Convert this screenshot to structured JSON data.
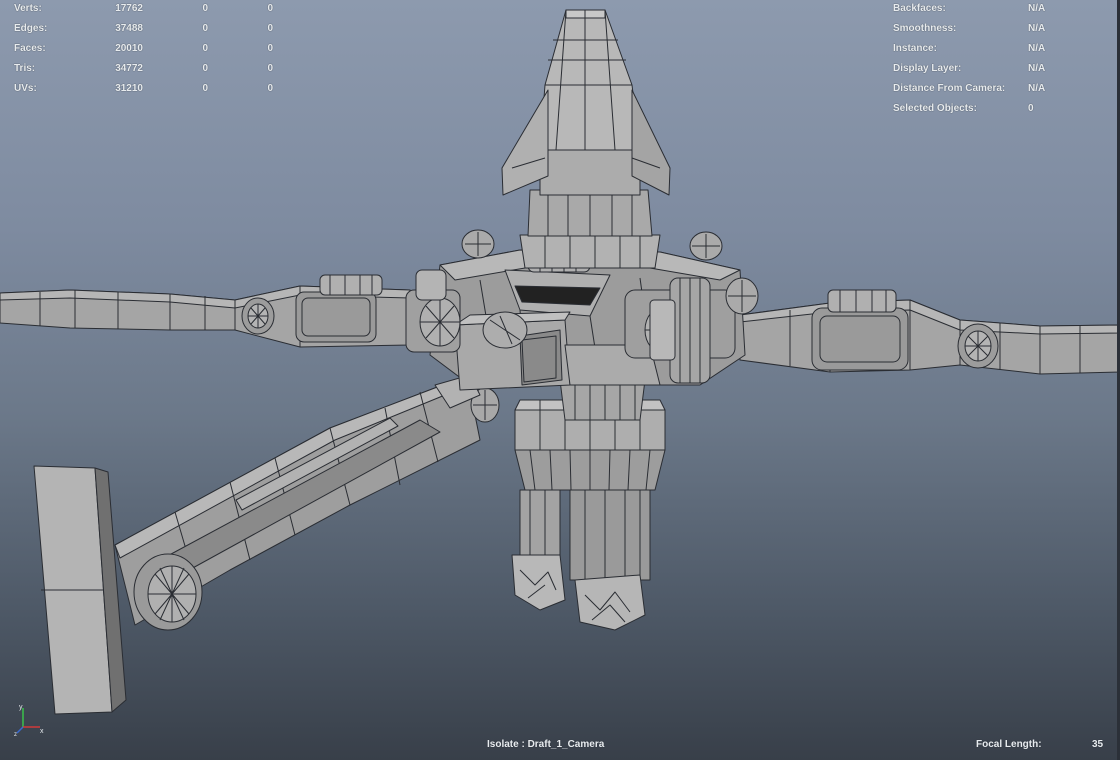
{
  "stats_left": [
    {
      "label": "Verts:",
      "v1": "17762",
      "v2": "0",
      "v3": "0"
    },
    {
      "label": "Edges:",
      "v1": "37488",
      "v2": "0",
      "v3": "0"
    },
    {
      "label": "Faces:",
      "v1": "20010",
      "v2": "0",
      "v3": "0"
    },
    {
      "label": "Tris:",
      "v1": "34772",
      "v2": "0",
      "v3": "0"
    },
    {
      "label": "UVs:",
      "v1": "31210",
      "v2": "0",
      "v3": "0"
    }
  ],
  "stats_right": [
    {
      "label": "Backfaces:",
      "value": "N/A"
    },
    {
      "label": "Smoothness:",
      "value": "N/A"
    },
    {
      "label": "Instance:",
      "value": "N/A"
    },
    {
      "label": "Display Layer:",
      "value": "N/A"
    },
    {
      "label": "Distance From Camera:",
      "value": "N/A"
    },
    {
      "label": "Selected Objects:",
      "value": "0"
    }
  ],
  "bottom": {
    "isolate": "Isolate : Draft_1_Camera",
    "focal_label": "Focal Length:",
    "focal_value": "35"
  },
  "axis": {
    "x": "x",
    "y": "y",
    "z": "z"
  },
  "colors": {
    "mesh_fill": "#a3a3a3",
    "mesh_shade": "#7e7e7e",
    "mesh_dark": "#555555",
    "wire": "#2a2d33",
    "hud_text": "#e8ecef",
    "axis_x": "#d23a3a",
    "axis_y": "#3ac24a",
    "axis_z": "#3a6ad2"
  }
}
